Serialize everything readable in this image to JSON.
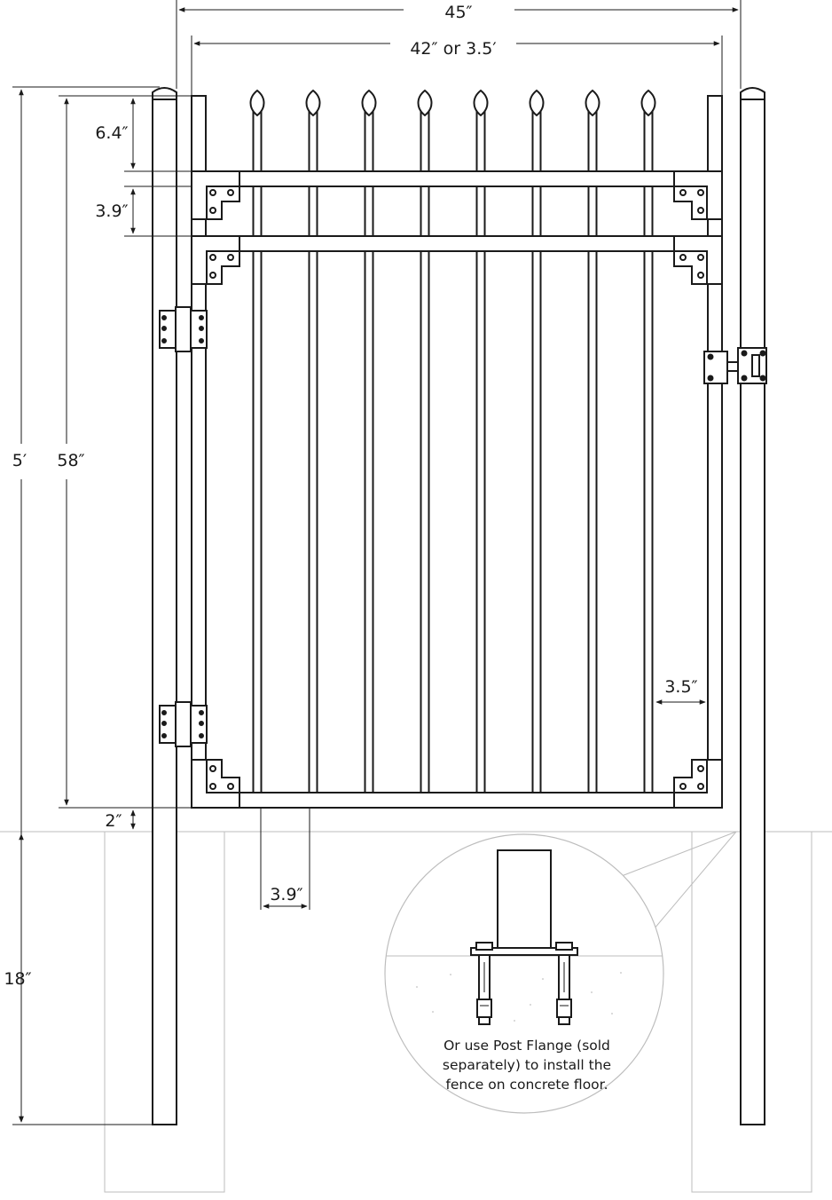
{
  "dimensions": {
    "overall_width": "45″",
    "gate_width": "42″ or 3.5′",
    "top_spike_offset": "6.4″",
    "rail_spacing": "3.9″",
    "overall_height": "5′",
    "gate_height": "58″",
    "ground_clearance": "2″",
    "bottom_picket_spacing": "3.9″",
    "side_gap": "3.5″",
    "burial_depth": "18″"
  },
  "inset_note": {
    "lines": [
      "Or use Post Flange (sold",
      "separately) to install the",
      "fence on concrete floor."
    ]
  },
  "colors": {
    "line": "#1a1a1a",
    "ground": "#bdbdbd",
    "background": "#ffffff"
  }
}
